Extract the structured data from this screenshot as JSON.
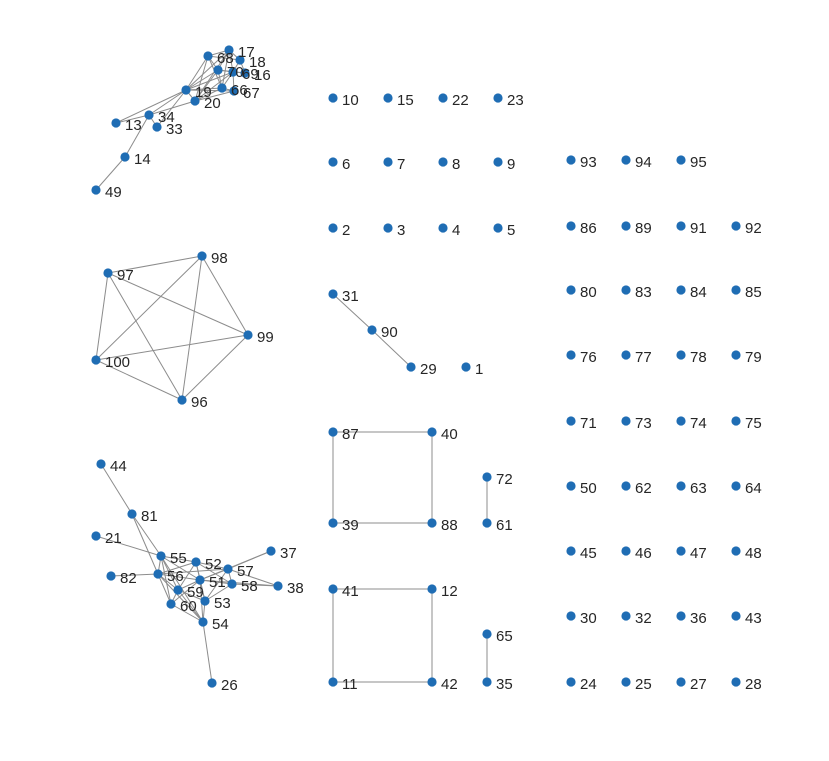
{
  "graph": {
    "node_color": "#1f6db4",
    "edge_color": "#8c8c8c",
    "label_color": "#262626",
    "nodes": [
      {
        "id": "17"
      },
      {
        "id": "18"
      },
      {
        "id": "16"
      },
      {
        "id": "68"
      },
      {
        "id": "70"
      },
      {
        "id": "69"
      },
      {
        "id": "66"
      },
      {
        "id": "67"
      },
      {
        "id": "19"
      },
      {
        "id": "20"
      },
      {
        "id": "34"
      },
      {
        "id": "13"
      },
      {
        "id": "33"
      },
      {
        "id": "14"
      },
      {
        "id": "49"
      },
      {
        "id": "98"
      },
      {
        "id": "97"
      },
      {
        "id": "99"
      },
      {
        "id": "100"
      },
      {
        "id": "96"
      },
      {
        "id": "44"
      },
      {
        "id": "81"
      },
      {
        "id": "21"
      },
      {
        "id": "55"
      },
      {
        "id": "52"
      },
      {
        "id": "37"
      },
      {
        "id": "57"
      },
      {
        "id": "82"
      },
      {
        "id": "56"
      },
      {
        "id": "51"
      },
      {
        "id": "58"
      },
      {
        "id": "38"
      },
      {
        "id": "59"
      },
      {
        "id": "53"
      },
      {
        "id": "60"
      },
      {
        "id": "54"
      },
      {
        "id": "26"
      },
      {
        "id": "10"
      },
      {
        "id": "15"
      },
      {
        "id": "22"
      },
      {
        "id": "23"
      },
      {
        "id": "6"
      },
      {
        "id": "7"
      },
      {
        "id": "8"
      },
      {
        "id": "9"
      },
      {
        "id": "2"
      },
      {
        "id": "3"
      },
      {
        "id": "4"
      },
      {
        "id": "5"
      },
      {
        "id": "31"
      },
      {
        "id": "90"
      },
      {
        "id": "29"
      },
      {
        "id": "1"
      },
      {
        "id": "87"
      },
      {
        "id": "40"
      },
      {
        "id": "39"
      },
      {
        "id": "88"
      },
      {
        "id": "72"
      },
      {
        "id": "61"
      },
      {
        "id": "41"
      },
      {
        "id": "12"
      },
      {
        "id": "11"
      },
      {
        "id": "42"
      },
      {
        "id": "65"
      },
      {
        "id": "35"
      },
      {
        "id": "93"
      },
      {
        "id": "94"
      },
      {
        "id": "95"
      },
      {
        "id": "86"
      },
      {
        "id": "89"
      },
      {
        "id": "91"
      },
      {
        "id": "92"
      },
      {
        "id": "80"
      },
      {
        "id": "83"
      },
      {
        "id": "84"
      },
      {
        "id": "85"
      },
      {
        "id": "76"
      },
      {
        "id": "77"
      },
      {
        "id": "78"
      },
      {
        "id": "79"
      },
      {
        "id": "71"
      },
      {
        "id": "73"
      },
      {
        "id": "74"
      },
      {
        "id": "75"
      },
      {
        "id": "50"
      },
      {
        "id": "62"
      },
      {
        "id": "63"
      },
      {
        "id": "64"
      },
      {
        "id": "45"
      },
      {
        "id": "46"
      },
      {
        "id": "47"
      },
      {
        "id": "48"
      },
      {
        "id": "30"
      },
      {
        "id": "32"
      },
      {
        "id": "36"
      },
      {
        "id": "43"
      },
      {
        "id": "24"
      },
      {
        "id": "25"
      },
      {
        "id": "27"
      },
      {
        "id": "28"
      }
    ],
    "edges": [
      [
        "49",
        "14"
      ],
      [
        "14",
        "34"
      ],
      [
        "13",
        "34"
      ],
      [
        "34",
        "33"
      ],
      [
        "34",
        "19"
      ],
      [
        "34",
        "20"
      ],
      [
        "33",
        "19"
      ],
      [
        "13",
        "19"
      ],
      [
        "19",
        "68"
      ],
      [
        "19",
        "70"
      ],
      [
        "19",
        "17"
      ],
      [
        "19",
        "69"
      ],
      [
        "19",
        "66"
      ],
      [
        "19",
        "67"
      ],
      [
        "20",
        "68"
      ],
      [
        "20",
        "70"
      ],
      [
        "20",
        "17"
      ],
      [
        "20",
        "69"
      ],
      [
        "20",
        "66"
      ],
      [
        "20",
        "67"
      ],
      [
        "68",
        "17"
      ],
      [
        "68",
        "70"
      ],
      [
        "68",
        "18"
      ],
      [
        "68",
        "66"
      ],
      [
        "70",
        "17"
      ],
      [
        "70",
        "69"
      ],
      [
        "70",
        "66"
      ],
      [
        "70",
        "16"
      ],
      [
        "17",
        "18"
      ],
      [
        "17",
        "69"
      ],
      [
        "17",
        "66"
      ],
      [
        "18",
        "69"
      ],
      [
        "18",
        "16"
      ],
      [
        "69",
        "16"
      ],
      [
        "69",
        "66"
      ],
      [
        "69",
        "67"
      ],
      [
        "66",
        "67"
      ],
      [
        "19",
        "20"
      ],
      [
        "97",
        "98"
      ],
      [
        "97",
        "99"
      ],
      [
        "97",
        "100"
      ],
      [
        "97",
        "96"
      ],
      [
        "98",
        "99"
      ],
      [
        "98",
        "100"
      ],
      [
        "98",
        "96"
      ],
      [
        "99",
        "100"
      ],
      [
        "99",
        "96"
      ],
      [
        "100",
        "96"
      ],
      [
        "44",
        "81"
      ],
      [
        "81",
        "55"
      ],
      [
        "81",
        "56"
      ],
      [
        "21",
        "55"
      ],
      [
        "82",
        "56"
      ],
      [
        "55",
        "52"
      ],
      [
        "55",
        "56"
      ],
      [
        "55",
        "51"
      ],
      [
        "55",
        "60"
      ],
      [
        "55",
        "59"
      ],
      [
        "55",
        "54"
      ],
      [
        "52",
        "57"
      ],
      [
        "52",
        "56"
      ],
      [
        "52",
        "51"
      ],
      [
        "52",
        "58"
      ],
      [
        "52",
        "53"
      ],
      [
        "52",
        "59"
      ],
      [
        "57",
        "37"
      ],
      [
        "57",
        "38"
      ],
      [
        "57",
        "51"
      ],
      [
        "57",
        "58"
      ],
      [
        "57",
        "53"
      ],
      [
        "57",
        "56"
      ],
      [
        "56",
        "51"
      ],
      [
        "56",
        "59"
      ],
      [
        "56",
        "60"
      ],
      [
        "56",
        "54"
      ],
      [
        "51",
        "59"
      ],
      [
        "51",
        "58"
      ],
      [
        "51",
        "53"
      ],
      [
        "51",
        "60"
      ],
      [
        "51",
        "54"
      ],
      [
        "58",
        "38"
      ],
      [
        "58",
        "53"
      ],
      [
        "59",
        "60"
      ],
      [
        "59",
        "53"
      ],
      [
        "59",
        "54"
      ],
      [
        "53",
        "54"
      ],
      [
        "60",
        "54"
      ],
      [
        "54",
        "26"
      ],
      [
        "37",
        "51"
      ],
      [
        "38",
        "51"
      ],
      [
        "31",
        "90"
      ],
      [
        "90",
        "29"
      ],
      [
        "87",
        "40"
      ],
      [
        "87",
        "39"
      ],
      [
        "40",
        "88"
      ],
      [
        "39",
        "88"
      ],
      [
        "72",
        "61"
      ],
      [
        "41",
        "12"
      ],
      [
        "41",
        "11"
      ],
      [
        "12",
        "42"
      ],
      [
        "11",
        "42"
      ],
      [
        "65",
        "35"
      ]
    ]
  }
}
